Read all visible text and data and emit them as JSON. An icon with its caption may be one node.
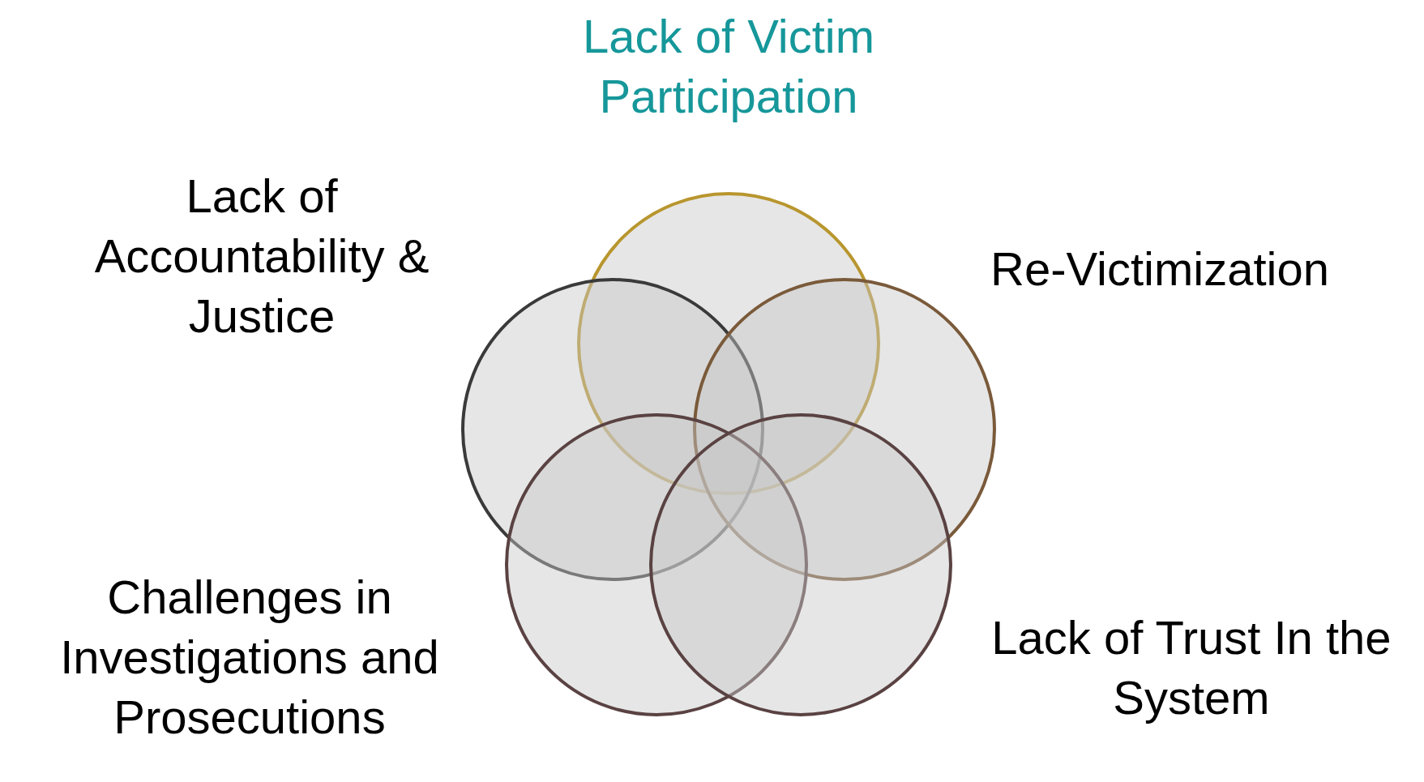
{
  "diagram": {
    "nodes": [
      {
        "text": [
          "Lack of Victim Participation"
        ]
      },
      {
        "text": [
          "Lack of Accountability & Justice"
        ]
      },
      {
        "text": [
          "Re-Victimization"
        ]
      },
      {
        "text": [
          "Challenges in Investigations and Prosecutions"
        ]
      },
      {
        "text": [
          "Lack of Trust In the System"
        ]
      }
    ],
    "edges": []
  }
}
